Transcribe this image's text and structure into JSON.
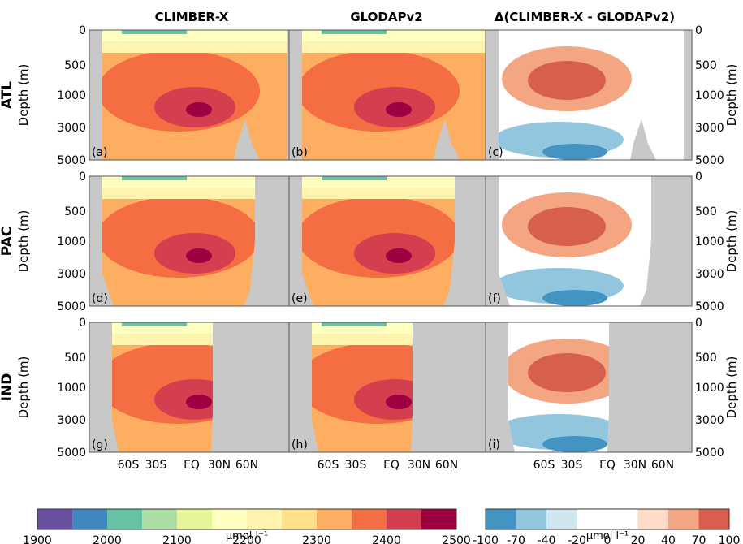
{
  "chart_data": {
    "type": "heatmap",
    "description_columns": [
      "CLIMBER-X",
      "GLODAPv2",
      "Δ(CLIMBER-X - GLODAPv2)"
    ],
    "row_labels": [
      "ATL",
      "PAC",
      "IND"
    ],
    "ylabel": "Depth (m)",
    "y_ticks": [
      "0",
      "500",
      "1000",
      "3000",
      "5000"
    ],
    "x_ticks": [
      "60S",
      "30S",
      "EQ",
      "30N",
      "60N"
    ],
    "panel_labels": [
      "(a)",
      "(b)",
      "(c)",
      "(d)",
      "(e)",
      "(f)",
      "(g)",
      "(h)",
      "(i)"
    ],
    "colorbar_main": {
      "unit": "μmol l⁻¹",
      "ticks": [
        "1900",
        "2000",
        "2100",
        "2200",
        "2300",
        "2400",
        "2500"
      ],
      "range": [
        1900,
        2500
      ],
      "colors": [
        "#6a4ea0",
        "#3f88c0",
        "#66c2a4",
        "#abdda4",
        "#e6f598",
        "#ffffbf",
        "#fff3b0",
        "#fee08b",
        "#fdae61",
        "#f46d43",
        "#d53e4f",
        "#9e0142"
      ]
    },
    "colorbar_diff": {
      "unit": "μmol l⁻¹",
      "ticks": [
        "-100",
        "-70",
        "-40",
        "-20",
        "0",
        "20",
        "40",
        "70",
        "100"
      ],
      "range": [
        -100,
        100
      ],
      "colors": [
        "#4393c3",
        "#92c5de",
        "#d1e5f0",
        "#ffffff",
        "#ffffff",
        "#fddbc7",
        "#f4a582",
        "#d6604d"
      ]
    }
  }
}
